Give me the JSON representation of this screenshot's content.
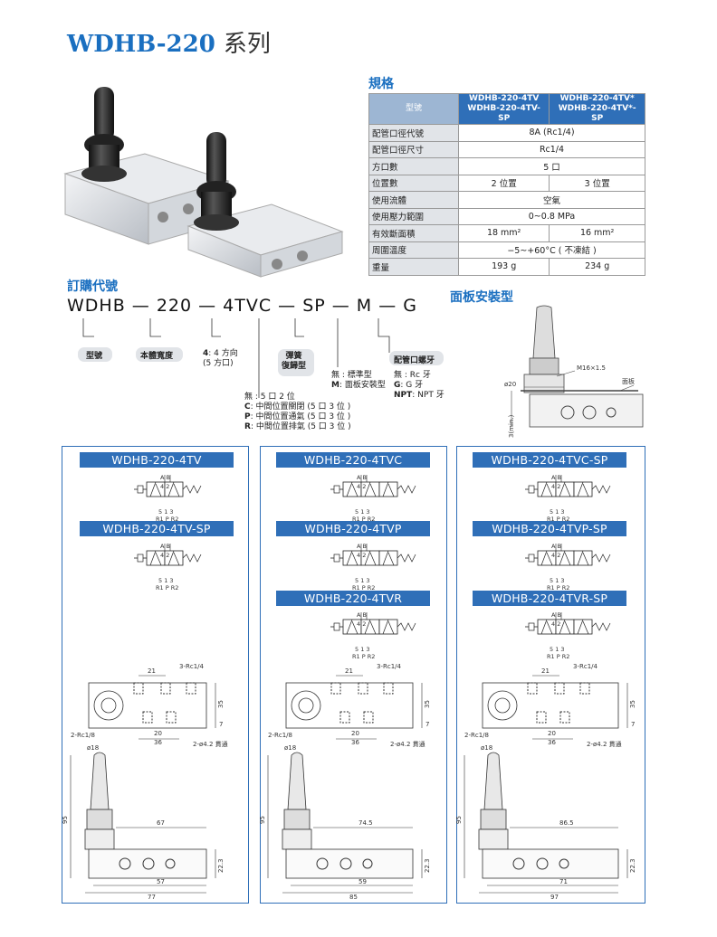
{
  "header": {
    "model": "WDHB-220",
    "series": "系列"
  },
  "spec": {
    "title": "規格",
    "col_label": "型號",
    "col1": [
      "WDHB-220-4TV",
      "WDHB-220-4TV-SP"
    ],
    "col2": [
      "WDHB-220-4TV*",
      "WDHB-220-4TV*-SP"
    ],
    "rows": [
      {
        "label": "配管口徑代號",
        "value": "8A (Rc1/4)"
      },
      {
        "label": "配管口徑尺寸",
        "value": "Rc1/4"
      },
      {
        "label": "方口數",
        "value": "5 口"
      },
      {
        "label": "位置數",
        "v1": "2 位置",
        "v2": "3 位置"
      },
      {
        "label": "使用流體",
        "value": "空氣"
      },
      {
        "label": "使用壓力範圍",
        "value": "0~0.8 MPa"
      },
      {
        "label": "有效斷面積",
        "v1": "18 mm²",
        "v2": "16 mm²"
      },
      {
        "label": "周圍溫度",
        "value": "−5~+60°C ( 不凍結 )"
      },
      {
        "label": "重量",
        "v1": "193 g",
        "v2": "234 g"
      }
    ]
  },
  "order": {
    "title": "訂購代號",
    "code": "WDHB — 220 — 4TVC — SP — M — G",
    "model_label": "型號",
    "body_label": "本體寬度",
    "ports_key": "4",
    "ports_desc": ": 4 方向",
    "ports_desc2": "(5 方口)",
    "spring_label1": "彈簧",
    "spring_label2": "復歸型",
    "mount_none": "無 : 標準型",
    "mount_m_key": "M",
    "mount_m": ": 面板安裝型",
    "thread_title": "配管口螺牙",
    "thread_none": "無 : Rc 牙",
    "thread_g_key": "G",
    "thread_g": ": G 牙",
    "thread_npt_key": "NPT",
    "thread_npt": ": NPT 牙",
    "pos_none": "無 : 5 口 2 位",
    "pos_c_key": "C",
    "pos_c": ": 中間位置關閉 (5 口 3 位 )",
    "pos_p_key": "P",
    "pos_p": ": 中間位置通氣 (5 口 3 位 )",
    "pos_r_key": "R",
    "pos_r": ": 中間位置排氣 (5 口 3 位 )"
  },
  "panel": {
    "title": "面板安裝型",
    "thread": "M16×1.5",
    "dia": "ø20",
    "panel_label": "面板",
    "min": "3(min.)"
  },
  "banners": {
    "tv": "WDHB-220-4TV",
    "tvsp": "WDHB-220-4TV-SP",
    "tvc": "WDHB-220-4TVC",
    "tvp": "WDHB-220-4TVP",
    "tvr": "WDHB-220-4TVR",
    "tvcsp": "WDHB-220-4TVC-SP",
    "tvpsp": "WDHB-220-4TVP-SP",
    "tvrsp": "WDHB-220-4TVR-SP"
  },
  "ports": {
    "top": "A B",
    "top_num": "4 2",
    "bot_num": "5 1 3",
    "bot": "R1 P R2"
  },
  "dims": {
    "d21": "21",
    "rc14": "3-Rc1/4",
    "d35": "35",
    "d7": "7",
    "rc18": "2-Rc1/8",
    "d20": "20",
    "d36": "36",
    "hole": "2-ø4.2 貫通",
    "d18": "ø18",
    "d95": "95",
    "d22": "22.3",
    "len1": "67",
    "len2": "74.5",
    "len3": "86.5",
    "base1": "57",
    "base2": "59",
    "base3": "71",
    "tot1": "77",
    "tot2": "85",
    "tot3": "97"
  }
}
